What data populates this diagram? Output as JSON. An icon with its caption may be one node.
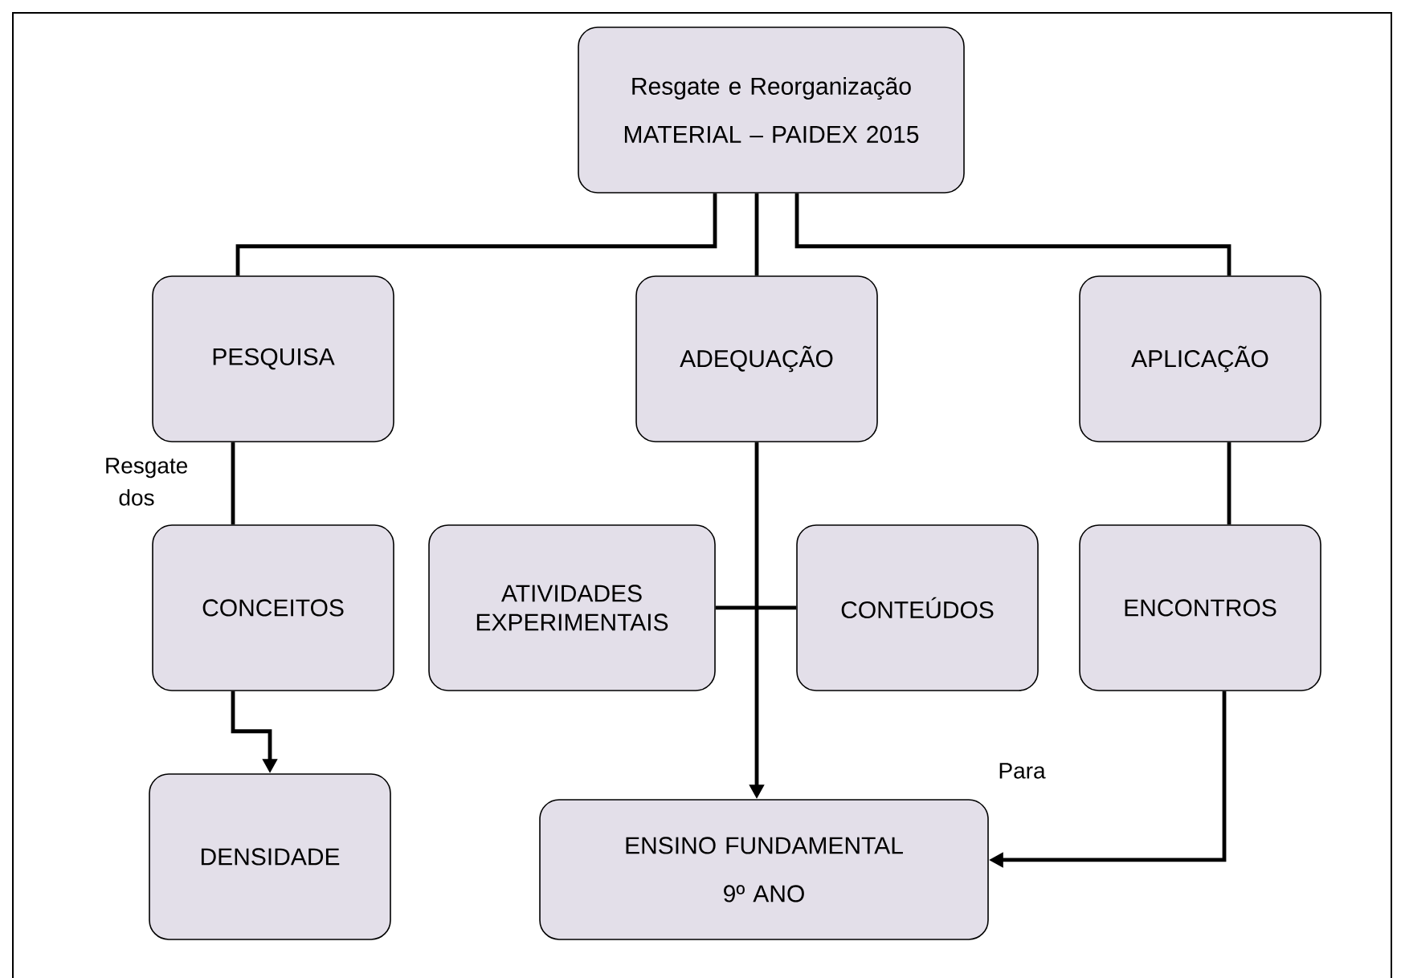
{
  "diagram": {
    "nodes": [
      {
        "text": [
          "Resgate e Reorganização",
          "MATERIAL – PAIDEX 2015"
        ]
      },
      {
        "text": [
          "PESQUISA"
        ]
      },
      {
        "text": [
          "ADEQUAÇÃO"
        ]
      },
      {
        "text": [
          "APLICAÇÃO"
        ]
      },
      {
        "text": [
          "CONCEITOS"
        ]
      },
      {
        "text": [
          "ATIVIDADES EXPERIMENTAIS"
        ]
      },
      {
        "text": [
          "CONTEÚDOS"
        ]
      },
      {
        "text": [
          "ENCONTROS"
        ]
      },
      {
        "text": [
          "DENSIDADE"
        ]
      },
      {
        "text": [
          "ENSINO FUNDAMENTAL",
          "9º ANO"
        ]
      }
    ],
    "edges": [
      {
        "from": 0,
        "to": 1,
        "arrow": "none"
      },
      {
        "from": 0,
        "to": 2,
        "arrow": "none"
      },
      {
        "from": 0,
        "to": 3,
        "arrow": "none"
      },
      {
        "from": 1,
        "to": 4,
        "arrow": "none",
        "label": "Resgate dos"
      },
      {
        "from": 4,
        "to": 8,
        "arrow": "to"
      },
      {
        "from": 5,
        "to": 6,
        "arrow": "none"
      },
      {
        "from": 2,
        "to": 9,
        "arrow": "to"
      },
      {
        "from": 3,
        "to": 7,
        "arrow": "none"
      },
      {
        "from": 7,
        "to": 9,
        "arrow": "to",
        "label": "Para"
      }
    ]
  }
}
